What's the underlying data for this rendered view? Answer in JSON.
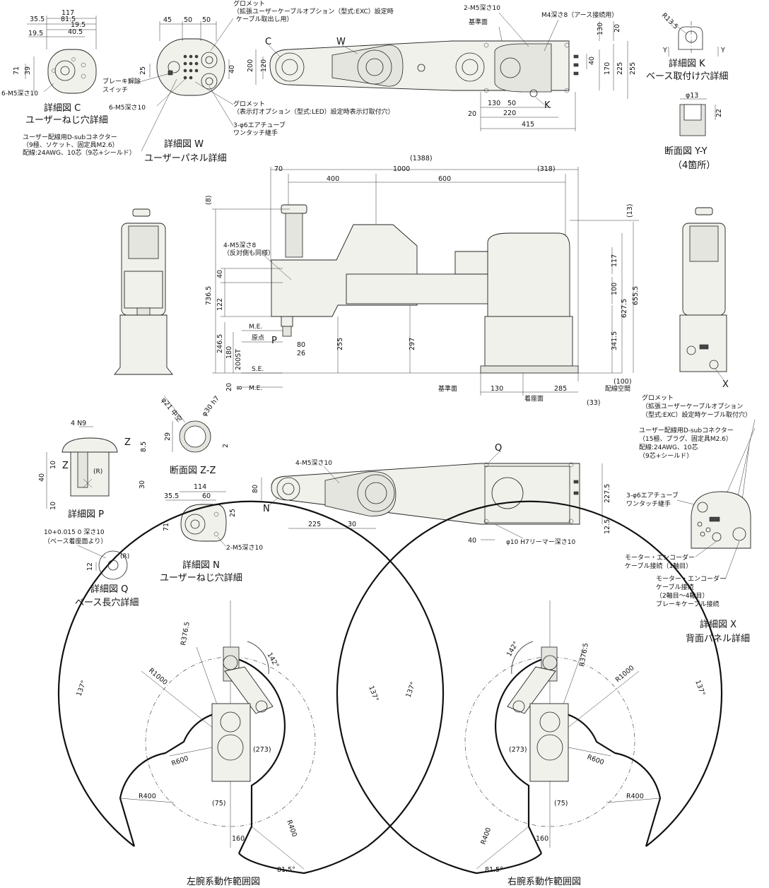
{
  "top_detail_c": {
    "dims": [
      "117",
      "35.5",
      "81.5",
      "19.5",
      "19.5",
      "40.5",
      "71",
      "39"
    ],
    "note": "6-M5深さ10",
    "title": "詳細図 C",
    "subtitle": "ユーザーねじ穴詳細"
  },
  "top_detail_w": {
    "dims": [
      "45",
      "50",
      "50",
      "25",
      "40"
    ],
    "notes": [
      "グロメット",
      "（拡張ユーザーケーブルオプション（型式:EXC）設定時",
      "ケーブル取出し用）",
      "ブレーキ解除",
      "スイッチ",
      "6-M5深さ10",
      "グロメット",
      "（表示灯オプション（型式:LED）設定時表示灯取付穴）",
      "3-φ6エアチューブ",
      "ワンタッチ継手",
      "ユーザー配線用D-subコネクター",
      "（9極、ソケット、固定具M2.6）",
      "配線:24AWG、10芯（9芯+シールド）"
    ],
    "title": "詳細図 W",
    "subtitle": "ユーザーパネル詳細"
  },
  "top_view": {
    "labels": [
      "C",
      "W",
      "K"
    ],
    "notes": [
      "2-M5深さ10",
      "基準面",
      "M4深さ8（アース接続用）"
    ],
    "dims": [
      "200",
      "120",
      "130",
      "20",
      "40",
      "170",
      "225",
      "255",
      "130",
      "50",
      "20",
      "220",
      "415"
    ]
  },
  "detail_k": {
    "dims": [
      "R13.5"
    ],
    "title": "詳細図 K",
    "subtitle": "ベース取付け穴詳細",
    "yy": "Y"
  },
  "section_yy": {
    "dims": [
      "φ13",
      "22"
    ],
    "title": "断面図 Y-Y",
    "subtitle": "（4箇所）"
  },
  "side_view": {
    "dims_top": [
      "(1388)",
      "70",
      "1000",
      "(318)",
      "400",
      "600"
    ],
    "dims_left": [
      "(8)",
      "736.5",
      "40",
      "122",
      "246.5",
      "180",
      "200ST",
      "20",
      "8"
    ],
    "dims_right": [
      "(13)",
      "117",
      "100",
      "627.5",
      "655.5",
      "341.5",
      "(100)"
    ],
    "dims_mid": [
      "80",
      "26",
      "255",
      "297",
      "130",
      "285",
      "(33)"
    ],
    "labels": [
      "M.E.",
      "原点",
      "P",
      "S.E.",
      "M.E.",
      "X"
    ],
    "notes": [
      "4-M5深さ8",
      "（反対側も同様）",
      "基準面",
      "着座面",
      "配線空間"
    ]
  },
  "section_zz": {
    "dims": [
      "φ21 中空",
      "φ30 h7",
      "29",
      "2"
    ],
    "title": "断面図 Z-Z"
  },
  "detail_p": {
    "dims": [
      "4 N9",
      "8.5",
      "40",
      "10",
      "30",
      "10",
      "(R)"
    ],
    "labels": [
      "Z",
      "Z"
    ],
    "title": "詳細図 P"
  },
  "detail_n": {
    "dims": [
      "114",
      "35.5",
      "60",
      "25",
      "71"
    ],
    "note": "2-M5深さ10",
    "title": "詳細図 N",
    "subtitle": "ユーザーねじ穴詳細"
  },
  "detail_q": {
    "tol": "10+0.015 0 深さ10",
    "note": "（ベース着座面より）",
    "dims": [
      "12",
      "(R)"
    ],
    "title": "詳細図 Q",
    "subtitle": "ベース長穴詳細"
  },
  "lower_top_view": {
    "labels": [
      "Q",
      "N"
    ],
    "notes": [
      "4-M5深さ10",
      "φ10 H7リーマー深さ10"
    ],
    "dims": [
      "80",
      "225",
      "30",
      "40",
      "227.5",
      "12.5"
    ]
  },
  "detail_x": {
    "notes": [
      "グロメット",
      "（拡張ユーザーケーブルオプション",
      "（型式:EXC）設定時ケーブル取付穴）",
      "ユーザー配線用D-subコネクター",
      "（15極、プラグ、固定具M2.6）",
      "配線:24AWG、10芯",
      "（9芯+シールド）",
      "3-φ6エアチューブ",
      "ワンタッチ継手",
      "モーター・エンコーダー",
      "ケーブル接続（1軸目）",
      "モーター・エンコーダー",
      "ケーブル接続",
      "（2軸目～4軸目）",
      "ブレーキケーブル接続"
    ],
    "title": "詳細図 X",
    "subtitle": "背面パネル詳細"
  },
  "range_left": {
    "dims": [
      "R376.5",
      "142°",
      "R1000",
      "137°",
      "137°",
      "(273)",
      "R600",
      "R400",
      "(75)",
      "160",
      "R400",
      "81.5°"
    ],
    "title": "左腕系動作範囲図"
  },
  "range_right": {
    "dims": [
      "142°",
      "R376.5",
      "R1000",
      "137°",
      "137°",
      "(273)",
      "R600",
      "R400",
      "(75)",
      "R400",
      "160",
      "81.5°"
    ],
    "title": "右腕系動作範囲図"
  }
}
